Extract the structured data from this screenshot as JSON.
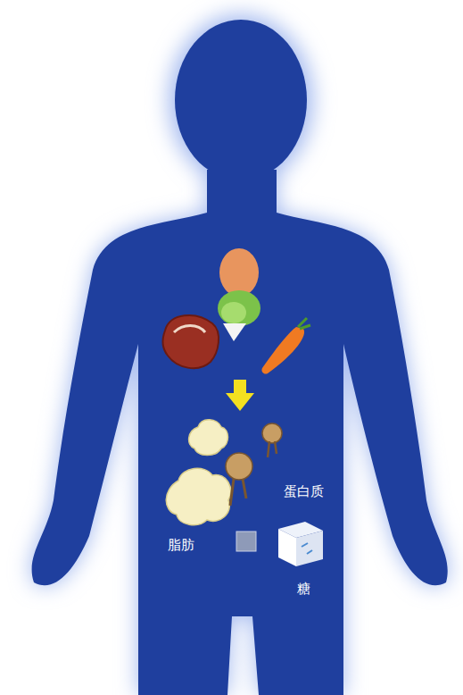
{
  "diagram": {
    "labels": [
      "蛋白质",
      "脂肪",
      "糖"
    ]
  }
}
